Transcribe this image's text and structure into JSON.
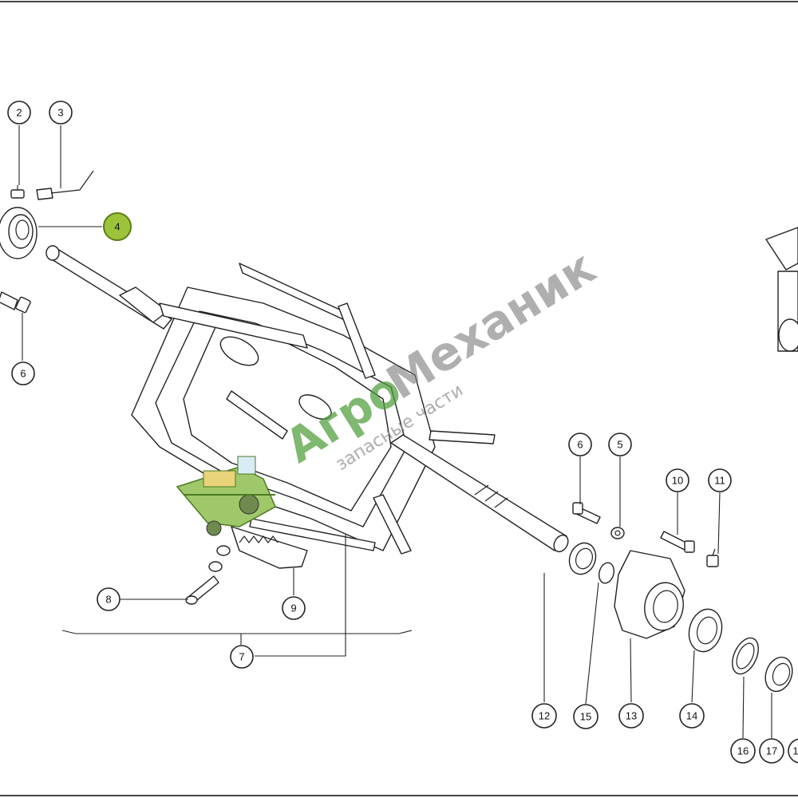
{
  "diagram": {
    "type": "exploded-parts-diagram",
    "highlighted_part": "4",
    "callouts": [
      {
        "id": "c2",
        "label": "2"
      },
      {
        "id": "c3",
        "label": "3"
      },
      {
        "id": "c4",
        "label": "4",
        "highlighted": true
      },
      {
        "id": "c6a",
        "label": "6"
      },
      {
        "id": "c6b",
        "label": "6"
      },
      {
        "id": "c5",
        "label": "5"
      },
      {
        "id": "c10",
        "label": "10"
      },
      {
        "id": "c11",
        "label": "11"
      },
      {
        "id": "c8",
        "label": "8"
      },
      {
        "id": "c9",
        "label": "9"
      },
      {
        "id": "c7",
        "label": "7"
      },
      {
        "id": "c12",
        "label": "12"
      },
      {
        "id": "c15",
        "label": "15"
      },
      {
        "id": "c13",
        "label": "13"
      },
      {
        "id": "c14",
        "label": "14"
      },
      {
        "id": "c16",
        "label": "16"
      },
      {
        "id": "c17",
        "label": "17"
      },
      {
        "id": "c1x",
        "label": "1"
      }
    ]
  },
  "watermark": {
    "brand_part1": "Агро",
    "brand_part2": "Механик",
    "tagline": "запасные части"
  },
  "colors": {
    "highlight": "#9cc43a",
    "watermark_green": "#4e9e3a",
    "watermark_gray": "#7f7f7f"
  }
}
